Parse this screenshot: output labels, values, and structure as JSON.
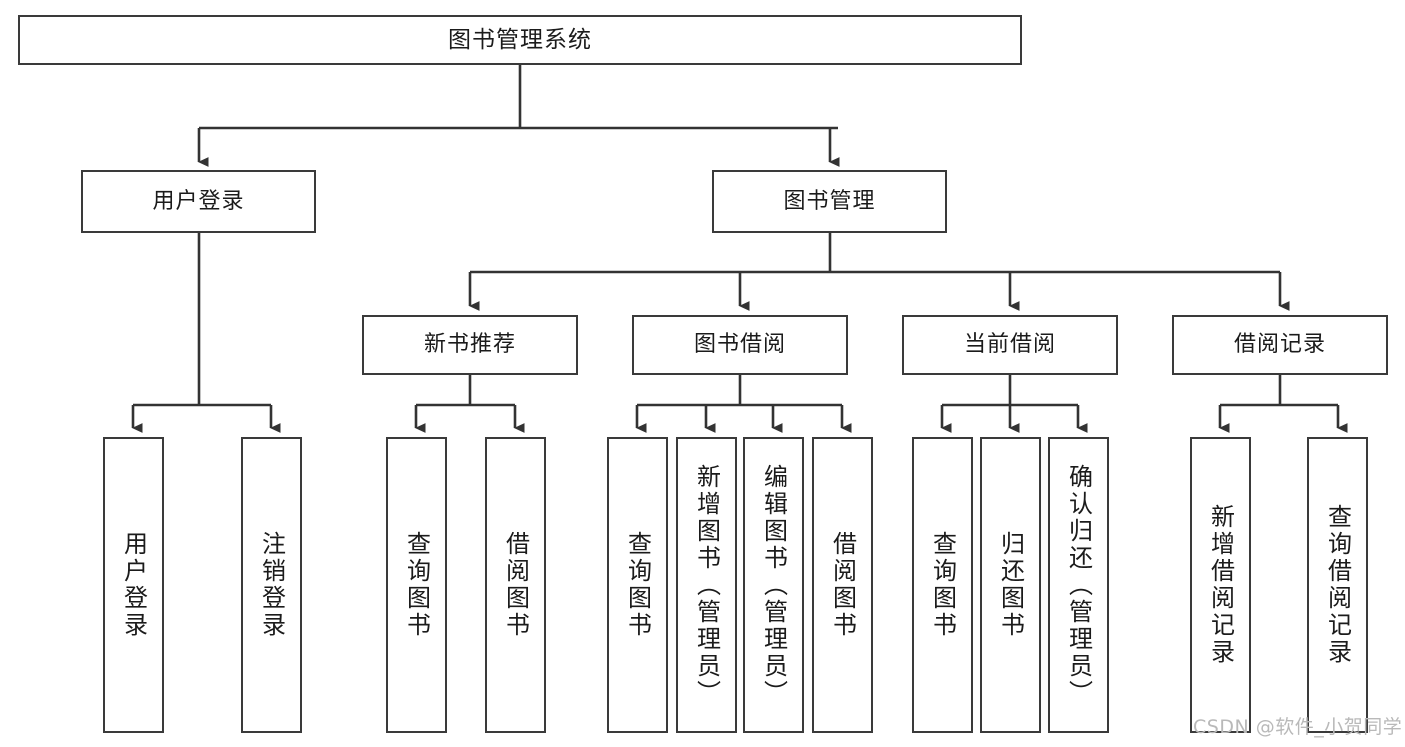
{
  "diagram": {
    "title": "图书管理系统",
    "type": "tree",
    "root": {
      "label": "图书管理系统"
    },
    "level2": [
      {
        "label": "用户登录"
      },
      {
        "label": "图书管理"
      }
    ],
    "level3": [
      {
        "label": "新书推荐"
      },
      {
        "label": "图书借阅"
      },
      {
        "label": "当前借阅"
      },
      {
        "label": "借阅记录"
      }
    ],
    "leaves": {
      "user_login": [
        {
          "label": "用户登录"
        },
        {
          "label": "注销登录"
        }
      ],
      "new_book_recommend": [
        {
          "label": "查询图书"
        },
        {
          "label": "借阅图书"
        }
      ],
      "book_borrow": [
        {
          "label": "查询图书"
        },
        {
          "label": "新增图书（管理员）"
        },
        {
          "label": "编辑图书（管理员）"
        },
        {
          "label": "借阅图书"
        }
      ],
      "current_borrow": [
        {
          "label": "查询图书"
        },
        {
          "label": "归还图书"
        },
        {
          "label": "确认归还（管理员）"
        }
      ],
      "borrow_record": [
        {
          "label": "新增借阅记录"
        },
        {
          "label": "查询借阅记录"
        }
      ]
    }
  },
  "watermark": {
    "text": "CSDN @软件_小贺同学"
  },
  "colors": {
    "box_border": "#3a3a3a",
    "box_fill": "#ffffff",
    "connector": "#333333",
    "text": "#1b1b1b",
    "watermark": "#b9b9b9"
  }
}
